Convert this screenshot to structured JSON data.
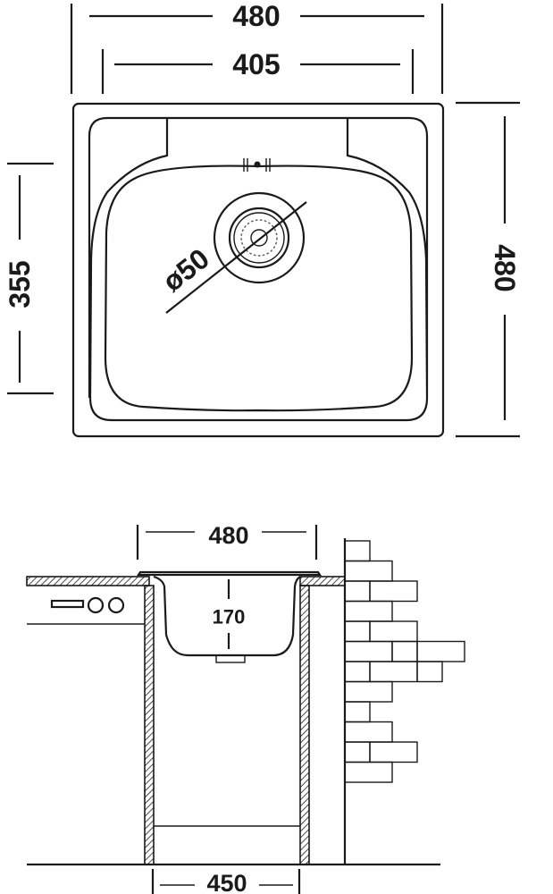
{
  "top_view": {
    "overall_width": "480",
    "bowl_width": "405",
    "bowl_length": "355",
    "overall_length": "480",
    "drain_diameter": "ø50"
  },
  "section_view": {
    "sink_width": "480",
    "bowl_depth": "170",
    "cabinet_width": "450"
  },
  "colors": {
    "line": "#1a1a1a",
    "background": "#ffffff"
  }
}
